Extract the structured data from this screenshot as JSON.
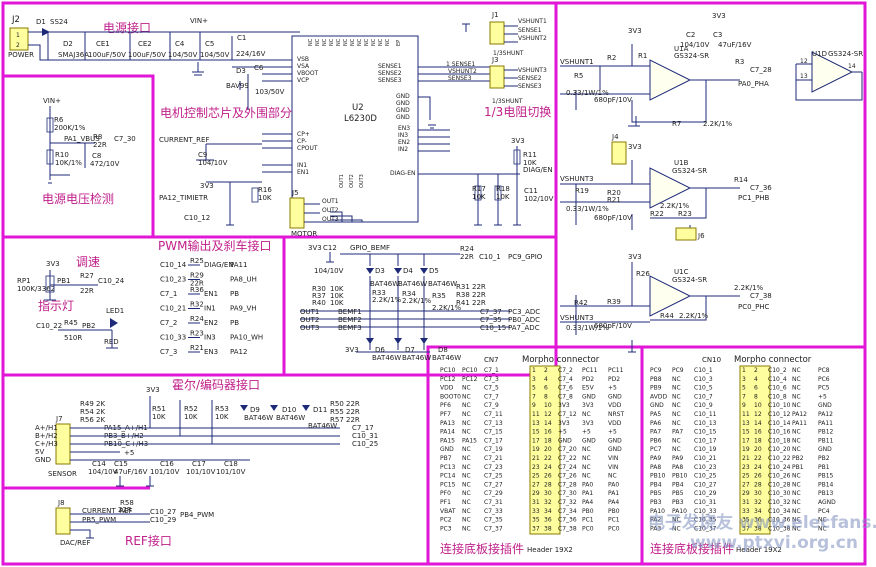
{
  "sections": {
    "power": "电源接口",
    "motor_ctrl": "电机控制芯片及外围部分",
    "shunt": "1/3电阻切换",
    "vbus": "电源电压检测",
    "pwm": "PWM输出及刹车接口",
    "speed": "调速",
    "led": "指示灯",
    "hall": "霍尔/编码器接口",
    "ref": "REF接口",
    "cn7_note": "连接底板接插件",
    "cn10_note": "连接底板接插件"
  },
  "power": {
    "j2": "J2",
    "j2_name": "POWER",
    "d1": "D1",
    "d1_part": "SS24",
    "d2": "D2",
    "d2_part": "SMAJ36A",
    "ce1": "CE1",
    "ce1_val": "100uF/50V",
    "ce2": "CE2",
    "ce2_val": "100uF/50V",
    "c4": "C4",
    "c4_val": "104/50V",
    "c5": "C5",
    "c5_val": "104/50V",
    "vin": "VIN+"
  },
  "driver": {
    "ref": "U2",
    "part": "L6230D",
    "left_pins": [
      "VSB",
      "VSA",
      "VBOOT",
      "VCP"
    ],
    "left_pins2": [
      "CP+",
      "CP-",
      "CPOUT"
    ],
    "left_pins3": [
      "IN1",
      "EN1"
    ],
    "right_pins": [
      "SENSE1",
      "SENSE2",
      "SENSE3"
    ],
    "right_pins2": [
      "GND",
      "GND",
      "GND",
      "GND",
      "EN3",
      "IN3",
      "EN2",
      "IN2"
    ],
    "diag": "DIAG-EN",
    "outs": [
      "OUT1",
      "OUT2",
      "OUT3"
    ],
    "c1": "C1",
    "c1_val": "224/16V",
    "c6": "C6",
    "c6_val": "103/50V",
    "d3": "D3",
    "bav": "BAV99"
  },
  "shunt": {
    "j1": "J1",
    "j1_nets": [
      "VSHUNT1",
      "SENSE1",
      "VSHUNT2"
    ],
    "j1_name": "1/3SHUNT",
    "j3": "J3",
    "j3_nets": [
      "VSHUNT3",
      "SENSE2",
      "SENSE3"
    ],
    "j3_name": "1/3SHUNT",
    "sense_nets": [
      "1 SENSE1",
      "VSHUNT2",
      "SENSE3",
      "VSHUNT3"
    ]
  },
  "vbus": {
    "vin": "VIN+",
    "r6": "R6",
    "r6_val": "200K/1%",
    "r8": "R8",
    "r8_val": "22R",
    "net": "PA1_VBUS",
    "c8": "C8",
    "c8_val": "472/10V",
    "r10": "R10",
    "r10_val": "10K/1%",
    "net_out": "C7_30"
  },
  "current_ref": {
    "net": "CURRENT_REF",
    "c9": "C9",
    "c9_val": "104/10V",
    "net2": "PA12_TIMIETR",
    "c10": "C10_12",
    "r16": "R16",
    "r16_val": "10K",
    "v3": "3V3"
  },
  "motor": {
    "j5": "J5",
    "name": "MOTOR",
    "outs": [
      "OUT1",
      "OUT2",
      "OUT3"
    ]
  },
  "diag": {
    "r11": "R11",
    "r11_val": "10K",
    "net": "DIAG/EN",
    "v3": "3V3",
    "r17": "R17",
    "r17_val": "10K",
    "r18": "R18",
    "r18_val": "10K",
    "c11": "C11",
    "c11_val": "102/10V"
  },
  "opamps": [
    {
      "ref": "U1A",
      "part": "GS324-SR",
      "vin": "VSHUNT1",
      "r1": "R1",
      "r2": "R2",
      "r3": "R3",
      "r5": "R5",
      "r7": "R7",
      "r7_val": "2.2K/1%",
      "out_net": "C7_28",
      "out_name": "PA0_PHA",
      "cap": "680pF/10V",
      "rs": "0.33/1W/1%",
      "c3": "C3",
      "c3_val": "47uF/16V",
      "c2": "C2",
      "c2_val": "104/10V"
    },
    {
      "ref": "U1B",
      "part": "GS324-SR",
      "vin": "VSHUNT3",
      "r19": "R19",
      "r20": "R20",
      "r21": "R21",
      "r22": "R22",
      "r23": "R23",
      "r14": "R14",
      "out_net": "C7_36",
      "out_name": "PC1_PHB",
      "cap": "680pF/10V",
      "rs": "0.33/1W/1%",
      "r_val": "2.2K/1%",
      "j4": "J4",
      "j6": "J6"
    },
    {
      "ref": "U1C",
      "part": "GS324-SR",
      "vin": "VSHUNT3",
      "r26": "R26",
      "r39": "R39",
      "r42": "R42",
      "r44": "R44",
      "r44_val": "2.2K/1%",
      "out_net": "C7_38",
      "out_name": "PC0_PHC",
      "cap": "680pF/10V",
      "rs": "0.33/1W/1%",
      "r_val": "2.2K/1%"
    }
  ],
  "u1d": {
    "ref": "U1D",
    "part": "GS324-SR",
    "pins": [
      "12",
      "13",
      "14"
    ]
  },
  "speed": {
    "rp": "RP1",
    "rp_val": "100K/3362",
    "pb": "PB1",
    "r27": "R27",
    "r27_val": "22R",
    "net": "C10_24",
    "v3": "3V3"
  },
  "led": {
    "net": "C10_22",
    "r45": "R45",
    "r45_val": "510R",
    "pb": "PB2",
    "led": "LED1",
    "color": "RED"
  },
  "pwm": {
    "rows": [
      {
        "l": "C10_14",
        "r": "R25",
        "rv": "",
        "n": "DIAG/EN",
        "p": "PA11"
      },
      {
        "l": "C10_23",
        "r": "R29",
        "rv": "22R",
        "n": "",
        "p": "PA8_UH"
      },
      {
        "l": "C7_1",
        "r": "R36",
        "rv": "",
        "n": "EN1",
        "p": "PB"
      },
      {
        "l": "C10_21",
        "r": "R32",
        "rv": "",
        "n": "IN1",
        "p": "PA9_VH"
      },
      {
        "l": "C7_2",
        "r": "R24",
        "rv": "",
        "n": "EN2",
        "p": "PB"
      },
      {
        "l": "C10_33",
        "r": "R23",
        "rv": "",
        "n": "IN3",
        "p": "PA10_WH"
      },
      {
        "l": "C7_3",
        "r": "R21",
        "rv": "",
        "n": "EN3",
        "p": "PA12"
      }
    ]
  },
  "bemf": {
    "v3": "3V3",
    "c12": "C12",
    "c12_val": "104/10V",
    "net": "GPIO_BEMF",
    "r24": "R24",
    "r24_val": "22R",
    "out": "C10_1",
    "pc9": "PC9_GPIO",
    "diodes_top": [
      "D3",
      "D4",
      "D5"
    ],
    "diodes_bot": [
      "D6",
      "D7",
      "D8"
    ],
    "d_part": "BAT46W",
    "r30": "R30",
    "r37": "R37",
    "r40": "R40",
    "r_val": "10K",
    "r33": "R33",
    "r34": "R34",
    "r35": "R35",
    "r33_val": "2.2K/1%",
    "r34_val": "2.2K/1%",
    "r35_val": "2.2K/1%",
    "r31": "R31",
    "r38": "R38",
    "r41": "R41",
    "r3_val": "22R",
    "outs": [
      "OUT1",
      "OUT2",
      "OUT3"
    ],
    "bemfs": [
      "BEMF1",
      "BEMF2",
      "BEMF3"
    ],
    "adc": [
      {
        "c": "C7_37",
        "n": "PC3_ADC"
      },
      {
        "c": "C7_35",
        "n": "PB0_ADC"
      },
      {
        "c": "C10_15",
        "n": "PA7_ADC"
      }
    ]
  },
  "hall": {
    "v3": "3V3",
    "r49": "R49",
    "r54": "R54",
    "r56": "R56",
    "r_val": "2K",
    "j7": "J7",
    "j7_pins": [
      "A+/H1",
      "B+/H2",
      "C+/H3",
      "5V",
      "GND"
    ],
    "name": "SENSOR",
    "nets": [
      "PA15_A+/H1",
      "PB3_B+/H2",
      "PB10_C+/H3"
    ],
    "r51": "R51",
    "r52": "R52",
    "r53": "R53",
    "r10k": "10K",
    "diodes": [
      "D9",
      "D10",
      "D11"
    ],
    "d_part": "BAT46W",
    "r50": "R50",
    "r55": "R55",
    "r57": "R57",
    "r_out": "22R",
    "outs": [
      "C7_17",
      "C10_31",
      "C10_25"
    ],
    "caps": [
      {
        "r": "C14",
        "v": "104/10V"
      },
      {
        "r": "C15",
        "v": "47uF/16V"
      },
      {
        "r": "C16",
        "v": "101/10V"
      },
      {
        "r": "C17",
        "v": "101/10V"
      },
      {
        "r": "C18",
        "v": "101/10V"
      }
    ]
  },
  "refif": {
    "j8": "J8",
    "name": "DAC/REF",
    "pins": [
      "CURRENT_REF",
      "PB5_PWM"
    ],
    "r58": "R58",
    "r58_val": "22R",
    "c1": "C10_27",
    "c2": "C10_29",
    "net": "PB4_PWM"
  },
  "cn7": {
    "ref": "CN7",
    "title": "Morpho connector",
    "footer": "Header 19X2",
    "left": [
      [
        "PC10",
        "PC10",
        "C7_1"
      ],
      [
        "PC12",
        "PC12",
        "C7_3"
      ],
      [
        "VDD",
        "NC",
        "C7_5"
      ],
      [
        "BOOT0",
        "NC",
        "C7_7"
      ],
      [
        "PF6",
        "NC",
        "C7_9"
      ],
      [
        "PF7",
        "NC",
        "C7_11"
      ],
      [
        "PA13",
        "NC",
        "C7_13"
      ],
      [
        "PA14",
        "NC",
        "C7_15"
      ],
      [
        "PA15",
        "PA15",
        "C7_17"
      ],
      [
        "GND",
        "NC",
        "C7_19"
      ],
      [
        "PB7",
        "NC",
        "C7_21"
      ],
      [
        "PC13",
        "NC",
        "C7_23"
      ],
      [
        "PC14",
        "NC",
        "C7_25"
      ],
      [
        "PC15",
        "NC",
        "C7_27"
      ],
      [
        "PF0",
        "NC",
        "C7_29"
      ],
      [
        "PF1",
        "NC",
        "C7_31"
      ],
      [
        "VBAT",
        "NC",
        "C7_33"
      ],
      [
        "PC2",
        "NC",
        "C7_35"
      ],
      [
        "PC3",
        "NC",
        "C7_37"
      ]
    ],
    "right": [
      [
        "C7_2",
        "PC11",
        "PC11"
      ],
      [
        "C7_4",
        "PD2",
        "PD2"
      ],
      [
        "C7_6",
        "E5V",
        "+5"
      ],
      [
        "C7_8",
        "GND",
        "GND"
      ],
      [
        "3V3",
        "3V3",
        "VDD"
      ],
      [
        "C7_12",
        "NC",
        "NRST"
      ],
      [
        "3V3",
        "3V3",
        "VDD"
      ],
      [
        "+5",
        "+5",
        "+5"
      ],
      [
        "GND",
        "GND",
        "GND"
      ],
      [
        "C7_20",
        "NC",
        "GND"
      ],
      [
        "C7_22",
        "NC",
        "VIN"
      ],
      [
        "C7_24",
        "NC",
        "VIN"
      ],
      [
        "C7_26",
        "NC",
        "NC"
      ],
      [
        "C7_28",
        "PA0",
        "PA0"
      ],
      [
        "C7_30",
        "PA1",
        "PA1"
      ],
      [
        "C7_32",
        "PA4",
        "PA4"
      ],
      [
        "C7_34",
        "PB0",
        "PB0"
      ],
      [
        "C7_36",
        "PC1",
        "PC1"
      ],
      [
        "C7_38",
        "PC0",
        "PC0"
      ]
    ]
  },
  "cn10": {
    "ref": "CN10",
    "title": "Morpho connector",
    "footer": "Header 19X2",
    "left": [
      [
        "PC9",
        "PC9",
        "C10_1"
      ],
      [
        "PB8",
        "NC",
        "C10_3"
      ],
      [
        "PB9",
        "NC",
        "C10_5"
      ],
      [
        "AVDD",
        "NC",
        "C10_7"
      ],
      [
        "GND",
        "NC",
        "C10_9"
      ],
      [
        "PA5",
        "NC",
        "C10_11"
      ],
      [
        "PA6",
        "NC",
        "C10_13"
      ],
      [
        "PA7",
        "PA7",
        "C10_15"
      ],
      [
        "PB6",
        "NC",
        "C10_17"
      ],
      [
        "PC7",
        "NC",
        "C10_19"
      ],
      [
        "PA9",
        "PA9",
        "C10_21"
      ],
      [
        "PA8",
        "PA8",
        "C10_23"
      ],
      [
        "PB10",
        "PB10",
        "C10_25"
      ],
      [
        "PB4",
        "PB4",
        "C10_27"
      ],
      [
        "PB5",
        "PB5",
        "C10_29"
      ],
      [
        "PB3",
        "PB3",
        "C10_31"
      ],
      [
        "PA10",
        "PA10",
        "C10_33"
      ],
      [
        "PA2",
        "NC",
        "C10_35"
      ],
      [
        "PA3",
        "NC",
        "C10_37"
      ]
    ],
    "right": [
      [
        "C10_2",
        "NC",
        "PC8"
      ],
      [
        "C10_4",
        "NC",
        "PC6"
      ],
      [
        "C10_6",
        "NC",
        "PC5"
      ],
      [
        "C10_8",
        "NC",
        "+5"
      ],
      [
        "C10_10",
        "NC",
        "GND"
      ],
      [
        "C10_12",
        "PA12",
        "PA12"
      ],
      [
        "C10_14",
        "PA11",
        "PA11"
      ],
      [
        "C10_16",
        "NC",
        "PB12"
      ],
      [
        "C10_18",
        "NC",
        "PB11"
      ],
      [
        "C10_20",
        "NC",
        "GND"
      ],
      [
        "C10_22",
        "PB2",
        "PB2"
      ],
      [
        "C10_24",
        "PB1",
        "PB1"
      ],
      [
        "C10_26",
        "NC",
        "PB15"
      ],
      [
        "C10_28",
        "NC",
        "PB14"
      ],
      [
        "C10_30",
        "NC",
        "PB13"
      ],
      [
        "C10_32",
        "NC",
        "AGND"
      ],
      [
        "C10_34",
        "NC",
        "PC4"
      ],
      [
        "C10_36",
        "NC",
        "NC"
      ],
      [
        "C10_38",
        "NC",
        "NC"
      ]
    ]
  },
  "watermark": "电子发烧友 www.elecfans.com",
  "watermark2": "www.ptxvi.org.cn"
}
